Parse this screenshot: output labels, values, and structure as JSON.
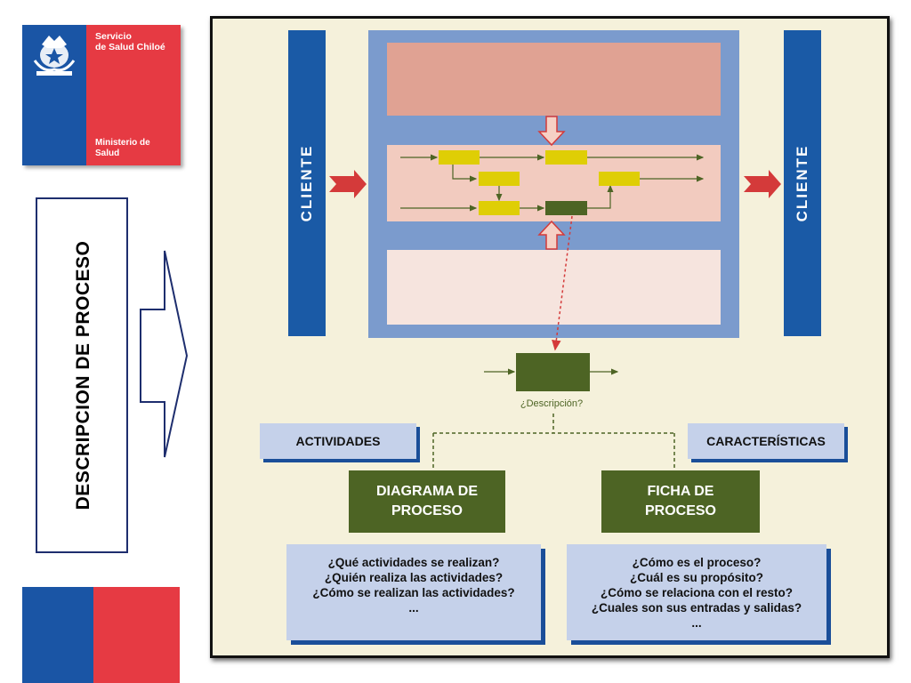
{
  "logo": {
    "line1a": "Servicio",
    "line1b": "de Salud Chiloé",
    "line2a": "Ministerio de",
    "line2b": "Salud"
  },
  "title": "DESCRIPCION DE PROCESO",
  "diagram": {
    "client_left": "CLIENTE",
    "client_right": "CLIENTE",
    "description_label": "¿Descripción?",
    "activities_tab": "ACTIVIDADES",
    "characteristics_tab": "CARACTERÍSTICAS",
    "diagram_box": {
      "line1": "DIAGRAMA DE",
      "line2": "PROCESO"
    },
    "ficha_box": {
      "line1": "FICHA DE",
      "line2": "PROCESO"
    },
    "left_questions": [
      "¿Qué actividades se realizan?",
      "¿Quién realiza las actividades?",
      "¿Cómo se realizan las actividades?",
      "..."
    ],
    "right_questions": [
      "¿Cómo es el proceso?",
      "¿Cuál es su propósito?",
      "¿Cómo se relaciona con el resto?",
      "¿Cuales son sus entradas y salidas?",
      "..."
    ]
  },
  "colors": {
    "blue": "#1a5aa6",
    "red": "#e63a43",
    "green": "#4d6424",
    "yellow": "#dfce05",
    "frame_bg": "#f5f1db"
  }
}
